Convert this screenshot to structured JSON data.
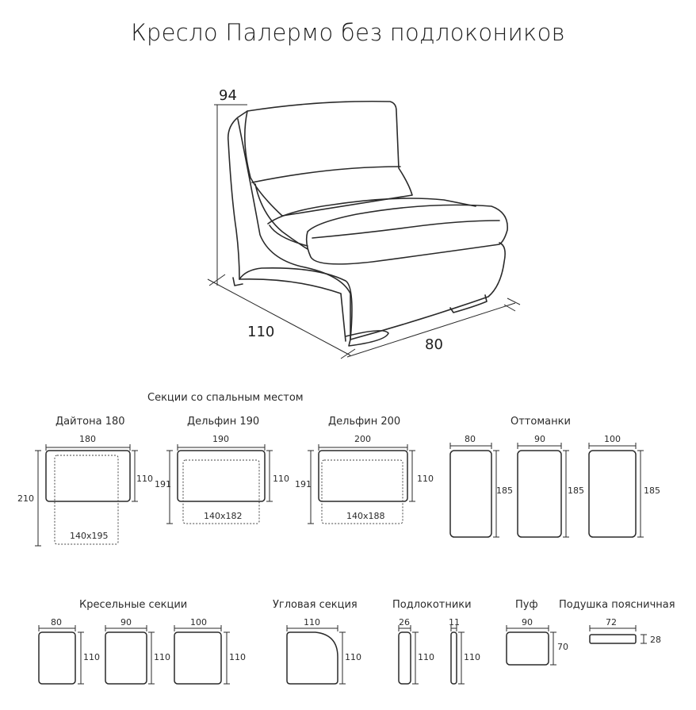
{
  "title": "Кресло Палермо без подлокоников",
  "main_dims": {
    "height": "94",
    "depth": "110",
    "width": "80"
  },
  "sleep_header": "Секции со спальным местом",
  "sleep_sections": [
    {
      "name": "Дайтона 180",
      "width": "180",
      "total_depth": "210",
      "depth": "110",
      "bed": "140x195"
    },
    {
      "name": "Дельфин 190",
      "width": "190",
      "total_depth": "191",
      "depth": "110",
      "bed": "140x182"
    },
    {
      "name": "Дельфин 200",
      "width": "200",
      "total_depth": "191",
      "depth": "110",
      "bed": "140x188"
    }
  ],
  "ottomans": {
    "name": "Оттоманки",
    "items": [
      {
        "width": "80",
        "depth": "185"
      },
      {
        "width": "90",
        "depth": "185"
      },
      {
        "width": "100",
        "depth": "185"
      }
    ]
  },
  "armchair_sections": {
    "name": "Кресельные секции",
    "items": [
      {
        "width": "80",
        "depth": "110"
      },
      {
        "width": "90",
        "depth": "110"
      },
      {
        "width": "100",
        "depth": "110"
      }
    ]
  },
  "corner_section": {
    "name": "Угловая секция",
    "width": "110",
    "depth": "110"
  },
  "armrests": {
    "name": "Подлокотники",
    "items": [
      {
        "width": "26",
        "depth": "110"
      },
      {
        "width": "11",
        "depth": "110"
      }
    ]
  },
  "pouf": {
    "name": "Пуф",
    "width": "90",
    "depth": "70"
  },
  "lumbar_pillow": {
    "name": "Подушка поясничная",
    "width": "72",
    "height": "28"
  }
}
